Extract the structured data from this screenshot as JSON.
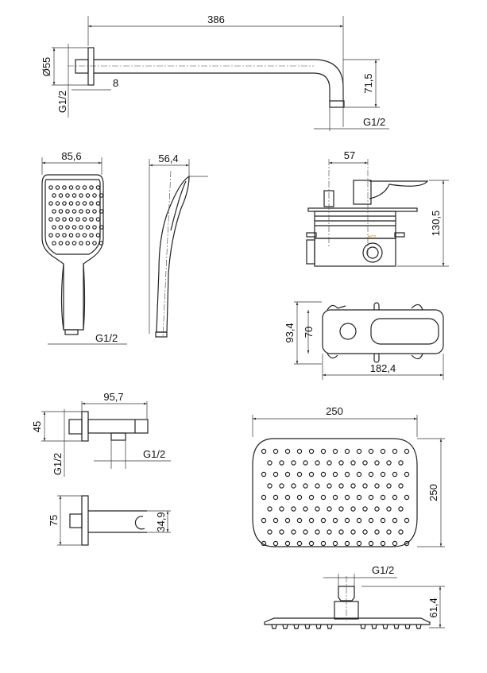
{
  "drawing": {
    "shower_arm": {
      "length": "386",
      "flange_diameter": "Ø55",
      "flange_depth": "8",
      "thread_wall": "G1/2",
      "drop_height": "71,5",
      "thread_outlet": "G1/2"
    },
    "hand_shower": {
      "width": "85,6",
      "depth": "56,4",
      "thread": "G1/2"
    },
    "mixer_valve": {
      "offset": "57",
      "height": "130,5",
      "hot_label": "HOT"
    },
    "cover_plate": {
      "height_outer": "93,4",
      "height_inner": "70",
      "width": "182,4"
    },
    "wall_outlet": {
      "length": "95,7",
      "height": "45",
      "thread_wall": "G1/2",
      "thread_outlet": "G1/2"
    },
    "holder": {
      "height": "75",
      "opening": "34,9"
    },
    "head_shower": {
      "width": "250",
      "height": "250",
      "thread": "G1/2",
      "depth": "61,4"
    }
  }
}
